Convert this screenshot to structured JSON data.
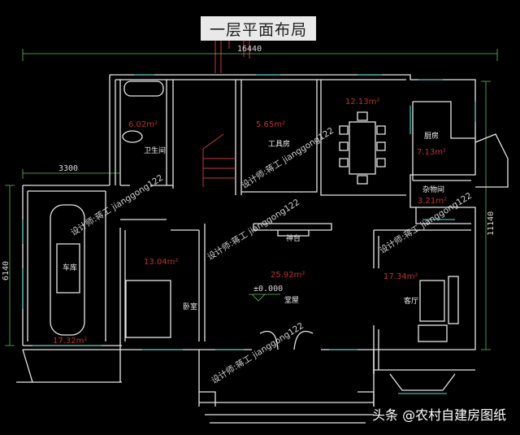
{
  "title": "一层平面布局",
  "dimensions": {
    "top": "16440",
    "left_top": "3300",
    "left_side": "6140",
    "right_side": "11140"
  },
  "rooms": {
    "bathroom": {
      "name": "卫生间",
      "area": "6.02m²"
    },
    "tool_room": {
      "name": "工具房",
      "area": "5.65m²"
    },
    "dining": {
      "area": "12.13m²"
    },
    "kitchen": {
      "name": "厨房",
      "area": "7.13m²"
    },
    "storage": {
      "name": "杂物间",
      "area": "3.21m²"
    },
    "garage": {
      "name": "车库",
      "area": "17.32m²"
    },
    "bedroom": {
      "name": "卧室",
      "area": "13.04m²"
    },
    "hall": {
      "name": "堂屋",
      "area": "25.92m²",
      "altar": "神台",
      "elevation": "±0.000"
    },
    "living": {
      "name": "客厅",
      "area": "17.34m²"
    }
  },
  "watermark": "设计师:蒋工 jianggong122",
  "footer": "头条 @农村自建房图纸",
  "colors": {
    "background": "#000000",
    "walls": "#e6e6e6",
    "windows": "#3fb5a8",
    "area_text": "#c03030",
    "dimension": "#5fbf5f"
  }
}
